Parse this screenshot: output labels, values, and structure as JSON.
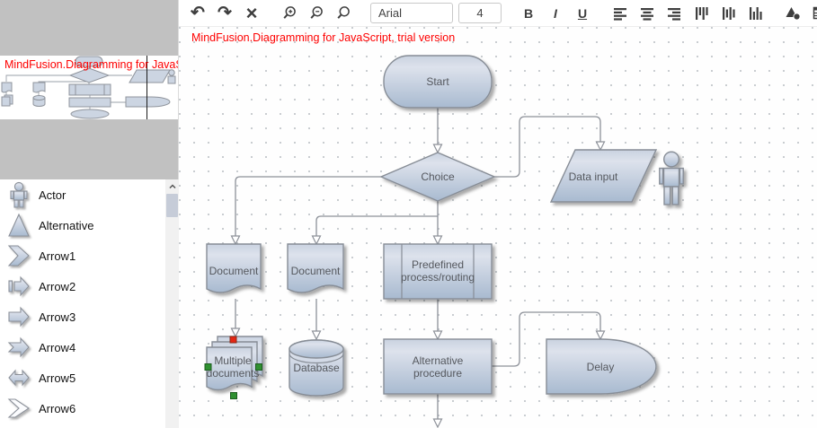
{
  "toolbar": {
    "font_name": "Arial",
    "font_size": "4",
    "bold": "B",
    "italic": "I",
    "underline": "U",
    "glyph_icons": {
      "undo": "↶",
      "redo": "↷",
      "delete": "×"
    }
  },
  "watermark": {
    "text": "MindFusion.Diagramming for JavaScript, trial version",
    "color": "#fe0000"
  },
  "palette": {
    "items": [
      {
        "label": "Actor"
      },
      {
        "label": "Alternative"
      },
      {
        "label": "Arrow1"
      },
      {
        "label": "Arrow2"
      },
      {
        "label": "Arrow3"
      },
      {
        "label": "Arrow4"
      },
      {
        "label": "Arrow5"
      },
      {
        "label": "Arrow6"
      }
    ]
  },
  "diagram": {
    "nodes": {
      "start": {
        "label": "Start",
        "shape": "terminator"
      },
      "choice": {
        "label": "Choice",
        "shape": "decision"
      },
      "data_input": {
        "label": "Data input",
        "shape": "parallelogram-with-actor"
      },
      "document1": {
        "label": "Document",
        "shape": "document"
      },
      "document2": {
        "label": "Document",
        "shape": "document"
      },
      "predefined": {
        "label_line1": "Predefined",
        "label_line2": "process/routing",
        "shape": "predefined-process"
      },
      "multiple_documents": {
        "label_line1": "Multiple",
        "label_line2": "documents",
        "shape": "multi-document",
        "selected": true
      },
      "database": {
        "label": "Database",
        "shape": "database"
      },
      "alternative_procedure": {
        "label_line1": "Alternative",
        "label_line2": "procedure",
        "shape": "rectangle"
      },
      "delay": {
        "label": "Delay",
        "shape": "delay"
      }
    },
    "colors": {
      "node_fill_top": "#dde2ec",
      "node_fill_bottom": "#a8bad0",
      "node_stroke": "#878d96",
      "connector": "#8d9199",
      "node_text": "#55585e",
      "selection_handle_red": "#e42613",
      "selection_handle_green": "#2f9030"
    }
  }
}
